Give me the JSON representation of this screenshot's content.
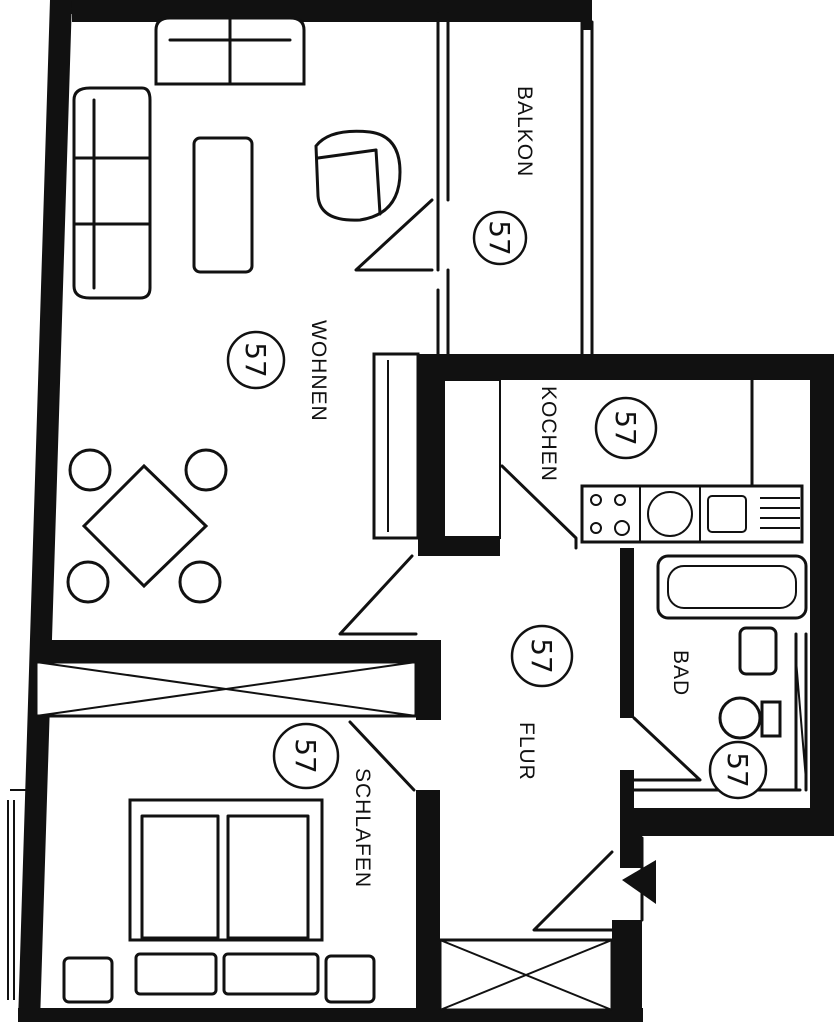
{
  "plan": {
    "rooms": [
      {
        "id": "balkon",
        "label": "BALKON",
        "number": "57"
      },
      {
        "id": "wohnen",
        "label": "WOHNEN",
        "number": "57"
      },
      {
        "id": "kochen",
        "label": "KOCHEN",
        "number": "57"
      },
      {
        "id": "bad",
        "label": "BAD",
        "number": "57"
      },
      {
        "id": "flur",
        "label": "FLUR",
        "number": "57"
      },
      {
        "id": "schlafen",
        "label": "SCHLAFEN",
        "number": "57"
      }
    ],
    "entrance_marker": "triangle-arrow-icon"
  }
}
